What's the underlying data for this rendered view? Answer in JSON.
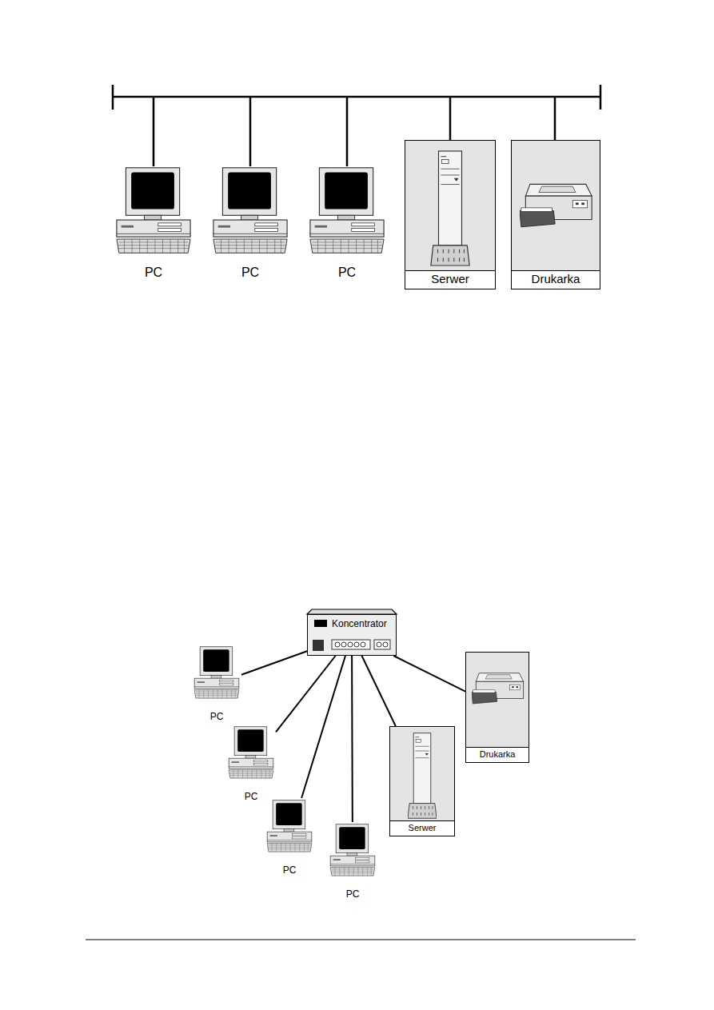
{
  "diagram": {
    "nodes": [
      {
        "text": [
          "PC"
        ]
      },
      {
        "text": [
          "PC"
        ]
      },
      {
        "text": [
          "PC"
        ]
      },
      {
        "text": [
          "Serwer"
        ]
      },
      {
        "text": [
          "Drukarka"
        ]
      },
      {
        "text": [
          "Koncentrator"
        ]
      },
      {
        "text": [
          "PC"
        ]
      },
      {
        "text": [
          "PC"
        ]
      },
      {
        "text": [
          "PC"
        ]
      },
      {
        "text": [
          "PC"
        ]
      },
      {
        "text": [
          "Serwer"
        ]
      },
      {
        "text": [
          "Drukarka"
        ]
      }
    ],
    "edges": [
      {
        "from": 5,
        "to": 6,
        "arrow": "none"
      },
      {
        "from": 5,
        "to": 7,
        "arrow": "none"
      },
      {
        "from": 5,
        "to": 8,
        "arrow": "none"
      },
      {
        "from": 5,
        "to": 9,
        "arrow": "none"
      },
      {
        "from": 5,
        "to": 10,
        "arrow": "none"
      },
      {
        "from": 5,
        "to": 11,
        "arrow": "none"
      }
    ]
  }
}
